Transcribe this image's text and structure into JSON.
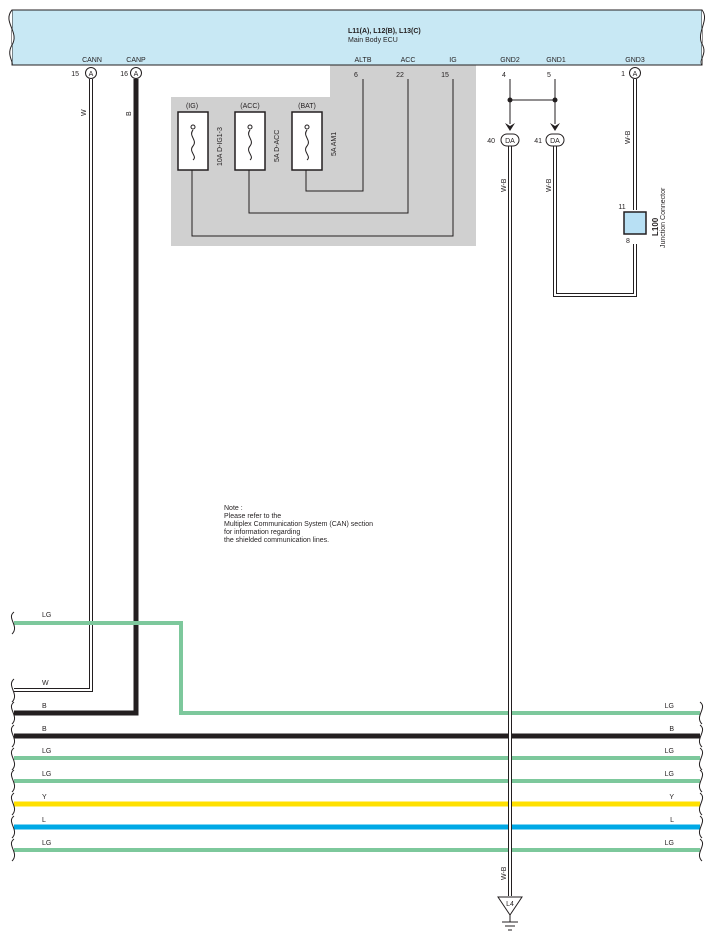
{
  "ecu": {
    "title": "L11(A), L12(B), L13(C)",
    "subtitle": "Main Body ECU",
    "fill_color": "#c8e8f4",
    "pins": [
      {
        "name": "CANN",
        "number": "15",
        "connector": "A"
      },
      {
        "name": "CANP",
        "number": "16",
        "connector": "A"
      },
      {
        "name": "ALTB",
        "number": "6"
      },
      {
        "name": "ACC",
        "number": "22"
      },
      {
        "name": "IG",
        "number": "15"
      },
      {
        "name": "GND2",
        "number": "4"
      },
      {
        "name": "GND1",
        "number": "5"
      },
      {
        "name": "GND3",
        "number": "1",
        "connector": "A"
      }
    ]
  },
  "fuses": [
    {
      "source": "(IG)",
      "rating": "10A D-IG1-3"
    },
    {
      "source": "(ACC)",
      "rating": "5A D-ACC"
    },
    {
      "source": "(BAT)",
      "rating": "5A AM1"
    }
  ],
  "connectors": {
    "da_left": {
      "pin": "40",
      "label": "DA"
    },
    "da_right": {
      "pin": "41",
      "label": "DA"
    }
  },
  "junction": {
    "id": "L100",
    "name": "Junction Connector",
    "pin_top": "11",
    "pin_bottom": "8"
  },
  "wire_labels": {
    "cann": "W",
    "canp": "B",
    "ground_left": "W-B",
    "ground_right": "W-B",
    "gnd3": "W-B",
    "ground_bottom": "W-B"
  },
  "ground": {
    "label": "L4"
  },
  "note": [
    "Note :",
    "Please refer to the",
    "Multiplex Communication System (CAN) section",
    "for information regarding",
    "the shielded communication lines."
  ],
  "bus_wires": [
    {
      "left": "LG",
      "right": "",
      "color": "#7dc89c"
    },
    {
      "left": "W",
      "right": "",
      "color": "#ffffff"
    },
    {
      "left": "B",
      "right": "LG",
      "color": "#231f20"
    },
    {
      "left": "B",
      "right": "B",
      "color": "#231f20"
    },
    {
      "left": "LG",
      "right": "LG",
      "color": "#7dc89c"
    },
    {
      "left": "LG",
      "right": "LG",
      "color": "#7dc89c"
    },
    {
      "left": "Y",
      "right": "Y",
      "color": "#ffe000"
    },
    {
      "left": "L",
      "right": "L",
      "color": "#00a9e6"
    },
    {
      "left": "LG",
      "right": "LG",
      "color": "#7dc89c"
    }
  ],
  "colors": {
    "shade": "#d0d0d0",
    "wire_lg": "#7dc89c",
    "wire_y": "#ffe000",
    "wire_l": "#00a9e6",
    "wire_b": "#231f20",
    "junction_fill": "#b8e0f4"
  }
}
